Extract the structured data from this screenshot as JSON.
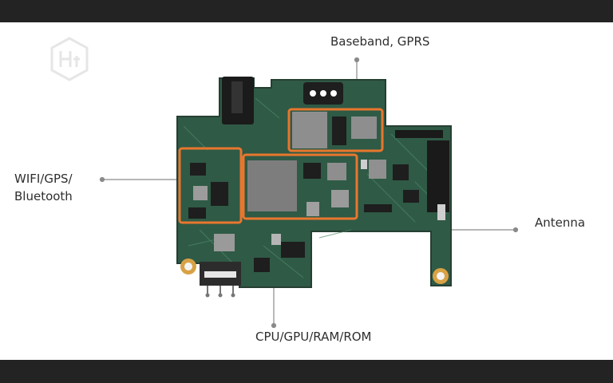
{
  "labels": {
    "baseband": "Baseband, GPRS",
    "wifi_line1": "WIFI/GPS/",
    "wifi_line2": "Bluetooth",
    "antenna": "Antenna",
    "cpu": "CPU/GPU/RAM/ROM"
  },
  "colors": {
    "highlight": "#e8772e",
    "pcb": "#2f5a46",
    "leader": "#8a8a8a",
    "text": "#2e2e2e"
  },
  "icons": {
    "logo": "hexagon-logo",
    "board": "pcb-board"
  }
}
